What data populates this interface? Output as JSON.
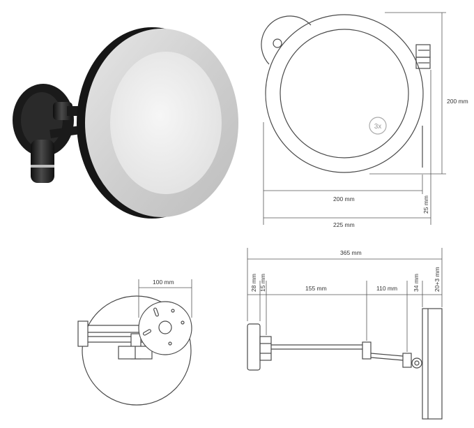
{
  "colors": {
    "line": "#4a4a4a",
    "dim": "#555555",
    "frame_dark": "#1c1c1c",
    "ring_light": "#d4d4d4",
    "glass": "#eeeeee"
  },
  "top_drawing": {
    "magnification_badge": "3x",
    "dim_height": "200 mm",
    "dim_diameter": "200 mm",
    "dim_depth_small": "25 mm",
    "dim_total_width": "225 mm"
  },
  "bottom_left_drawing": {
    "dim_plate": "100 mm"
  },
  "bottom_right_drawing": {
    "dim_total": "365 mm",
    "dim_a": "28 mm",
    "dim_b": "15 mm",
    "dim_c": "155 mm",
    "dim_d": "110 mm",
    "dim_e": "34 mm",
    "dim_f": "20+3 mm"
  }
}
